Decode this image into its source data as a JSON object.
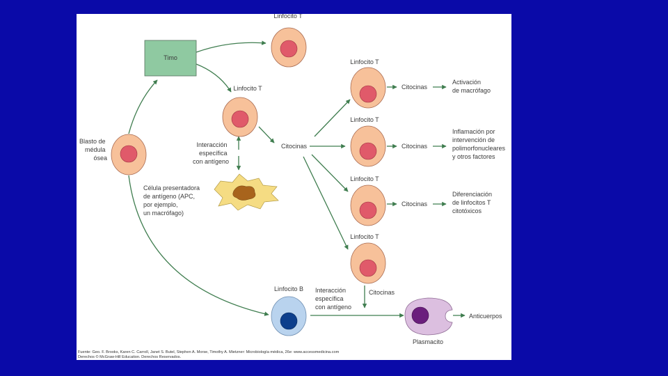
{
  "labels": {
    "timo": "Timo",
    "lt_top": "Linfocito T",
    "lt_mid": "Linfocito T",
    "blasto": [
      "Blasto de",
      "médula",
      "ósea"
    ],
    "interaccion_t": [
      "Interacción",
      "específica",
      "con antígeno"
    ],
    "apc": [
      "Célula presentadora",
      "de antígeno (APC,",
      "por ejemplo,",
      "un macrófago)"
    ],
    "citocinas_center": "Citocinas",
    "lt_r1": "Linfocito T",
    "lt_r2": "Linfocito T",
    "lt_r3": "Linfocito T",
    "lt_r4": "Linfocito T",
    "citocinas_r1": "Citocinas",
    "citocinas_r2": "Citocinas",
    "citocinas_r3": "Citocinas",
    "out1": [
      "Activación",
      "de macrófago"
    ],
    "out2": [
      "Inflamación por",
      "intervención de",
      "polimorfonucleares",
      "y otros factores"
    ],
    "out3": [
      "Diferenciación",
      "de linfocitos T",
      "citotóxicos"
    ],
    "linfocito_b": "Linfocito B",
    "interaccion_b": [
      "Interacción",
      "específica",
      "con antígeno"
    ],
    "citocinas_b": "Citocinas",
    "plasmacito": "Plasmacito",
    "anticuerpos": "Anticuerpos",
    "source": [
      "Fuente: Geo. F. Brooks, Karen C. Carroll, Janet S. Butel, Stephen A. Morse, Timothy A. Mietzner: Microbiología médica, 26e: www.accessmedicina.com",
      "Derechos © McGraw-Hill Education. Derechos Reservados."
    ]
  },
  "colors": {
    "background": "#0a0aa8",
    "arrow": "#3f7d4f",
    "timo_box": "#8fc9a1",
    "t_cell": "#f7c19a",
    "t_nucleus": "#e05a6a",
    "b_cell": "#b9d3ee",
    "b_nucleus": "#0d3f8c",
    "plasma_cell": "#dcbfe0",
    "plasma_nucleus": "#6b1e7d",
    "apc_body": "#f5dc83",
    "apc_nucleus": "#a8641c"
  }
}
